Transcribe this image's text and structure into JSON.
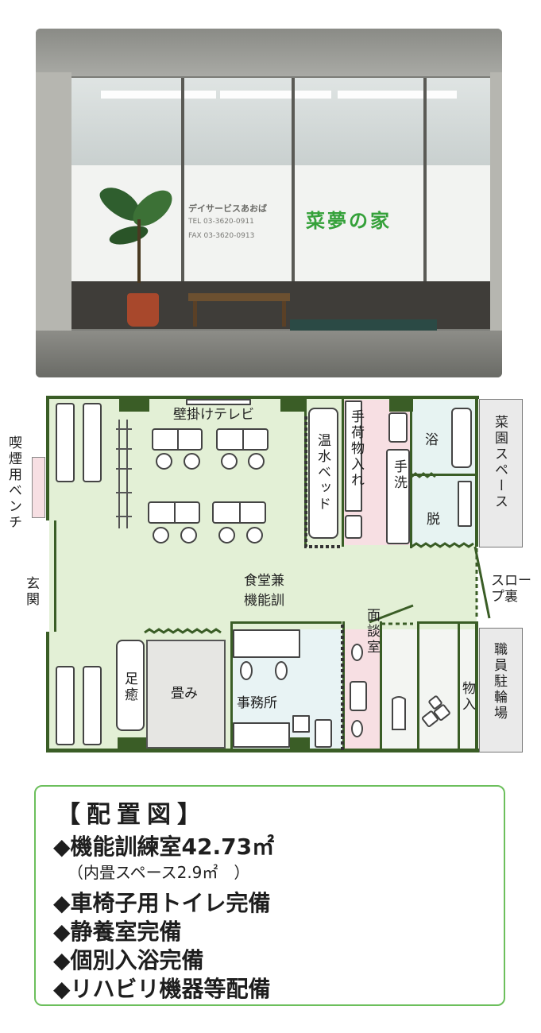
{
  "photo": {
    "sign_service": "デイサービスあおば",
    "sign_tel": "TEL 03-3620-0911",
    "sign_fax": "FAX 03-3620-0913",
    "sign_name": "菜夢の家"
  },
  "floorplan": {
    "tv": "壁掛けテレビ",
    "smoking_bench": "喫煙用ベンチ",
    "entrance": "玄関",
    "warm_bed": "温水ベッド",
    "luggage": "手荷物入れ",
    "handwash": "手洗",
    "bath": "浴",
    "dressing": "脱",
    "garden": "菜園スペース",
    "slope": "スロープ裏",
    "dining_l1": "食堂兼",
    "dining_l2": "機能訓",
    "interview": "面談室",
    "storage": "物入",
    "staff_bike": "職員駐輪場",
    "foot_bath": "足癒",
    "tatami": "畳み",
    "office": "事務所"
  },
  "info": {
    "title": "【配置図】",
    "lines": [
      "◆機能訓練室42.73㎡",
      "（内畳スペース2.9㎡　）",
      "◆車椅子用トイレ完備",
      "◆静養室完備",
      "◆個別入浴完備",
      "◆リハビリ機器等配備"
    ]
  }
}
